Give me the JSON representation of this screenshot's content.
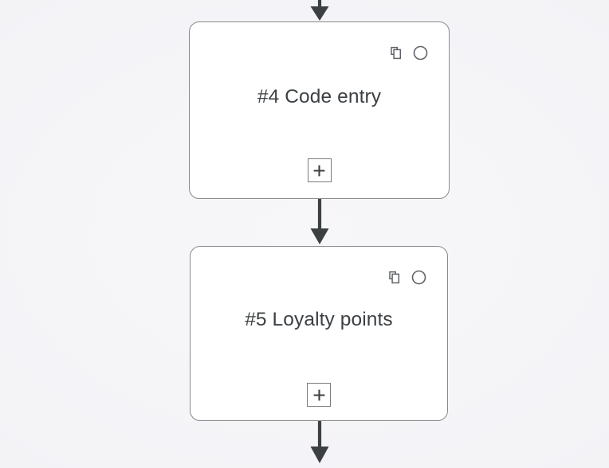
{
  "canvas": {
    "background_color": "#f4f4f7",
    "node_border_color": "#8a8a8a",
    "node_fill_color": "#ffffff",
    "connector_color": "#3c4043",
    "text_color": "#3c4043"
  },
  "nodes": [
    {
      "id": "node-4",
      "title": "#4 Code entry",
      "actions": {
        "duplicate_icon": "copy-icon",
        "status_icon": "circle-icon"
      },
      "add_label": "+"
    },
    {
      "id": "node-5",
      "title": "#5 Loyalty points",
      "actions": {
        "duplicate_icon": "copy-icon",
        "status_icon": "circle-icon"
      },
      "add_label": "+"
    }
  ],
  "connectors": [
    {
      "name": "incoming-arrow-to-node-4",
      "from": "above",
      "to": "node-4"
    },
    {
      "name": "arrow-node-4-to-node-5",
      "from": "node-4",
      "to": "node-5"
    },
    {
      "name": "outgoing-arrow-from-node-5",
      "from": "node-5",
      "to": "below"
    }
  ]
}
